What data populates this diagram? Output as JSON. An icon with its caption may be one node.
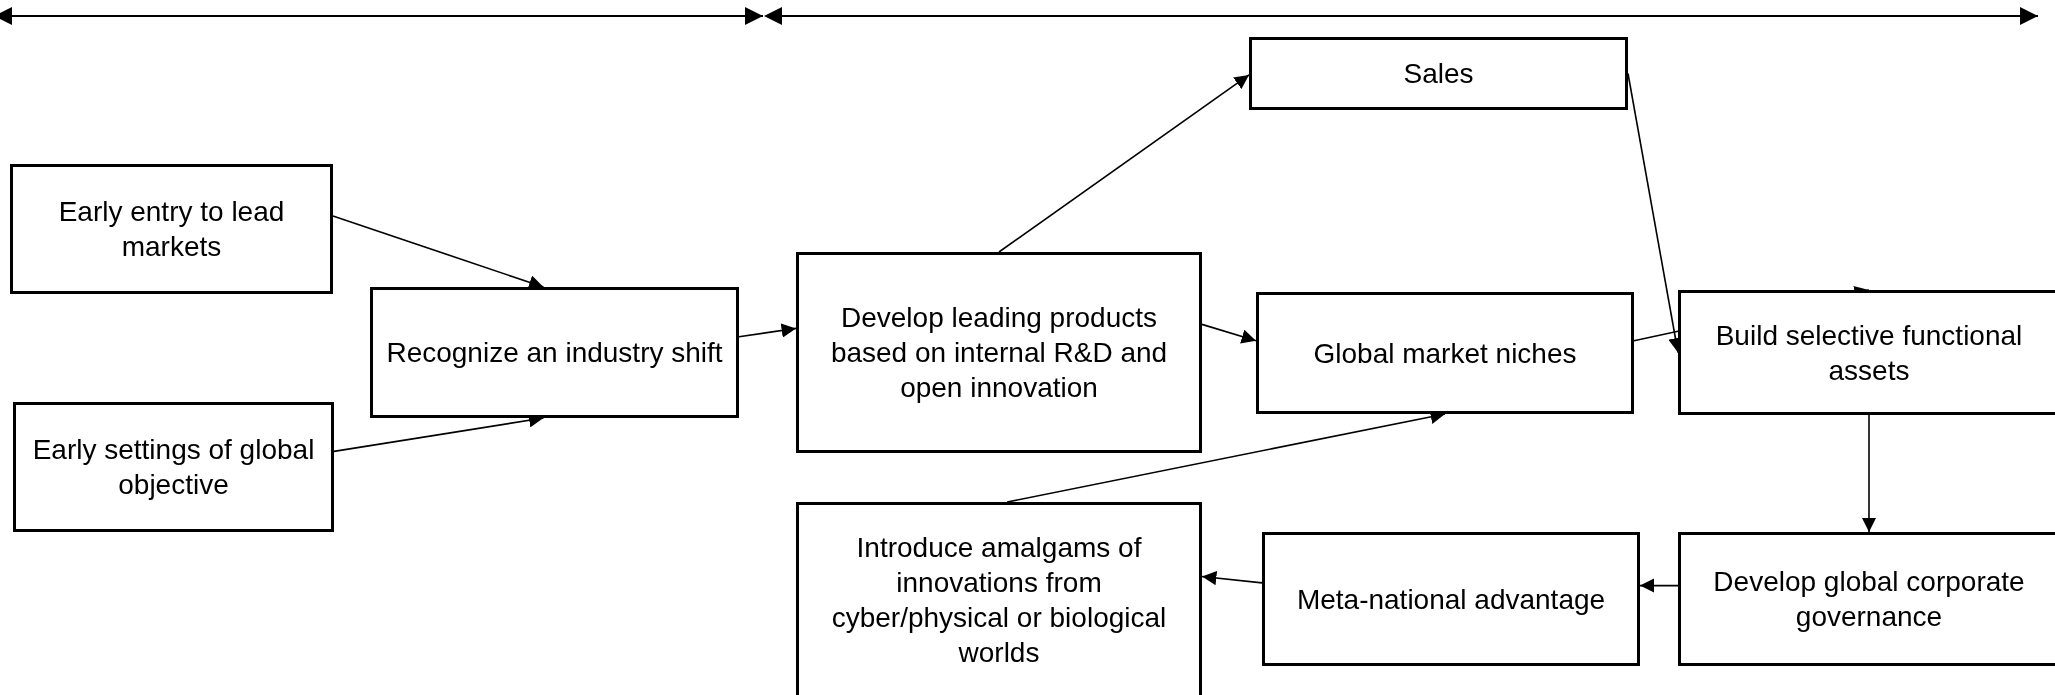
{
  "diagram": {
    "nodes": [
      {
        "text": [
          "Early entry to lead markets"
        ]
      },
      {
        "text": [
          "Early settings of global objective"
        ]
      },
      {
        "text": [
          "Recognize an industry shift"
        ]
      },
      {
        "text": [
          "Develop leading products based on internal R&D and open innovation"
        ]
      },
      {
        "text": [
          "Sales"
        ]
      },
      {
        "text": [
          "Global market niches"
        ]
      },
      {
        "text": [
          "Build selective functional assets"
        ]
      },
      {
        "text": [
          "Introduce amalgams of innovations from cyber/physical or biological worlds"
        ]
      },
      {
        "text": [
          "Meta-national advantage"
        ]
      },
      {
        "text": [
          "Develop global corporate governance"
        ]
      }
    ],
    "edges": [
      {
        "from": 0,
        "to": 2,
        "arrow": "to"
      },
      {
        "from": 1,
        "to": 2,
        "arrow": "to"
      },
      {
        "from": 2,
        "to": 3,
        "arrow": "to"
      },
      {
        "from": 3,
        "to": 4,
        "arrow": "to"
      },
      {
        "from": 3,
        "to": 5,
        "arrow": "to"
      },
      {
        "from": 4,
        "to": 6,
        "arrow": "to"
      },
      {
        "from": 5,
        "to": 6,
        "arrow": "to"
      },
      {
        "from": 6,
        "to": 9,
        "arrow": "to"
      },
      {
        "from": 9,
        "to": 8,
        "arrow": "to"
      },
      {
        "from": 8,
        "to": 7,
        "arrow": "to"
      },
      {
        "from": 7,
        "to": 5,
        "arrow": "to"
      }
    ]
  }
}
